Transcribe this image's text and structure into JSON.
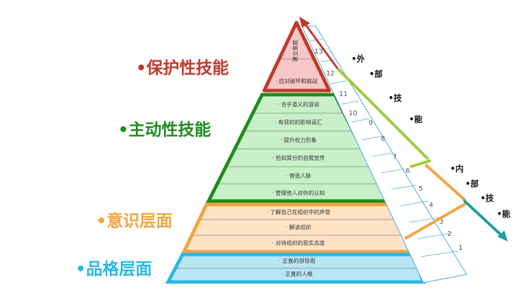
{
  "layers": {
    "protective": {
      "label": "•保护性技能",
      "color": "#c0392b",
      "fill": "#f7c6c6",
      "rows": [
        "建立家庭",
        "· 应对破坏和挑战"
      ]
    },
    "active": {
      "label": "•主动性技能",
      "color": "#1e8c1e",
      "fill": "#c8f0c8",
      "rows": [
        "· 合乎道义的游说",
        "· 有目的的影响语汇",
        "· 提升权力形象",
        "· 恰如其分的自我宣传",
        "· 营造人脉",
        "· 管理他人对你的认知"
      ]
    },
    "awareness": {
      "label": "•意识层面",
      "color": "#f4a340",
      "fill": "#fde3c4",
      "rows": [
        "· 了解自己在组织中的声誉",
        "· 解读组织",
        "· 对待组织的现实态度"
      ]
    },
    "character": {
      "label": "•品格层面",
      "color": "#2ab7e6",
      "fill": "#b9e6f5",
      "rows": [
        "· 正直的领导观",
        "· 正直的人格"
      ]
    }
  },
  "numbers": [
    "1",
    "2",
    "3",
    "4",
    "5",
    "6",
    "7",
    "8",
    "9",
    "10",
    "11",
    "12",
    "13"
  ],
  "external_label": [
    "•外",
    "•部",
    "•技",
    "•能"
  ],
  "internal_label": [
    "•内",
    "•部",
    "•技",
    "•能"
  ],
  "arrows": {
    "external_colors": [
      "#c0392b",
      "#9acd32"
    ],
    "internal_colors": [
      "#f4a340",
      "#1f9e9e"
    ]
  }
}
